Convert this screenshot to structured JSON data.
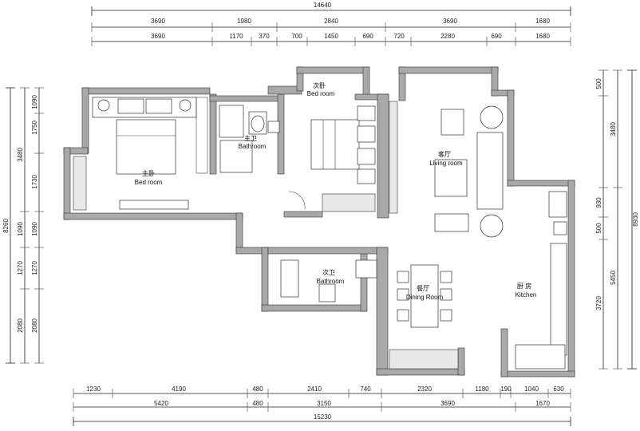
{
  "plan": {
    "rooms": [
      {
        "key": "master_bedroom",
        "cn": "主卧",
        "en": "Bed room"
      },
      {
        "key": "second_bedroom",
        "cn": "次卧",
        "en": "Bed room"
      },
      {
        "key": "master_bath",
        "cn": "主卫",
        "en": "Bathroom"
      },
      {
        "key": "second_bath",
        "cn": "次卫",
        "en": "Bathroom"
      },
      {
        "key": "living",
        "cn": "客厅",
        "en": "Living room"
      },
      {
        "key": "dining",
        "cn": "餐厅",
        "en": "Dining Room"
      },
      {
        "key": "kitchen",
        "cn": "厨 房",
        "en": "Kitchen"
      }
    ],
    "dims_top": {
      "total": "14640",
      "row1": [
        "3690",
        "1980",
        "2840",
        "3690",
        "1680"
      ],
      "row2": [
        "3690",
        "1170",
        "370",
        "700",
        "1450",
        "690",
        "720",
        "2280",
        "690",
        "1680"
      ]
    },
    "dims_bottom": {
      "row1": [
        "1230",
        "4190",
        "480",
        "2410",
        "740",
        "2320",
        "1180",
        "190",
        "1040",
        "630"
      ],
      "row2": [
        "5420",
        "480",
        "3150",
        "3690",
        "1670"
      ],
      "total": "15230"
    },
    "dims_left": {
      "total": "8260",
      "outer": [
        "3480",
        "1090",
        "1270",
        "2080"
      ],
      "inner": [
        "1090",
        "1750",
        "1730",
        "1090",
        "1270",
        "2080"
      ]
    },
    "dims_right": {
      "total": "8930",
      "outer": [
        "3480",
        "5450"
      ],
      "inner": [
        "500",
        "930",
        "500",
        "3720"
      ]
    }
  }
}
